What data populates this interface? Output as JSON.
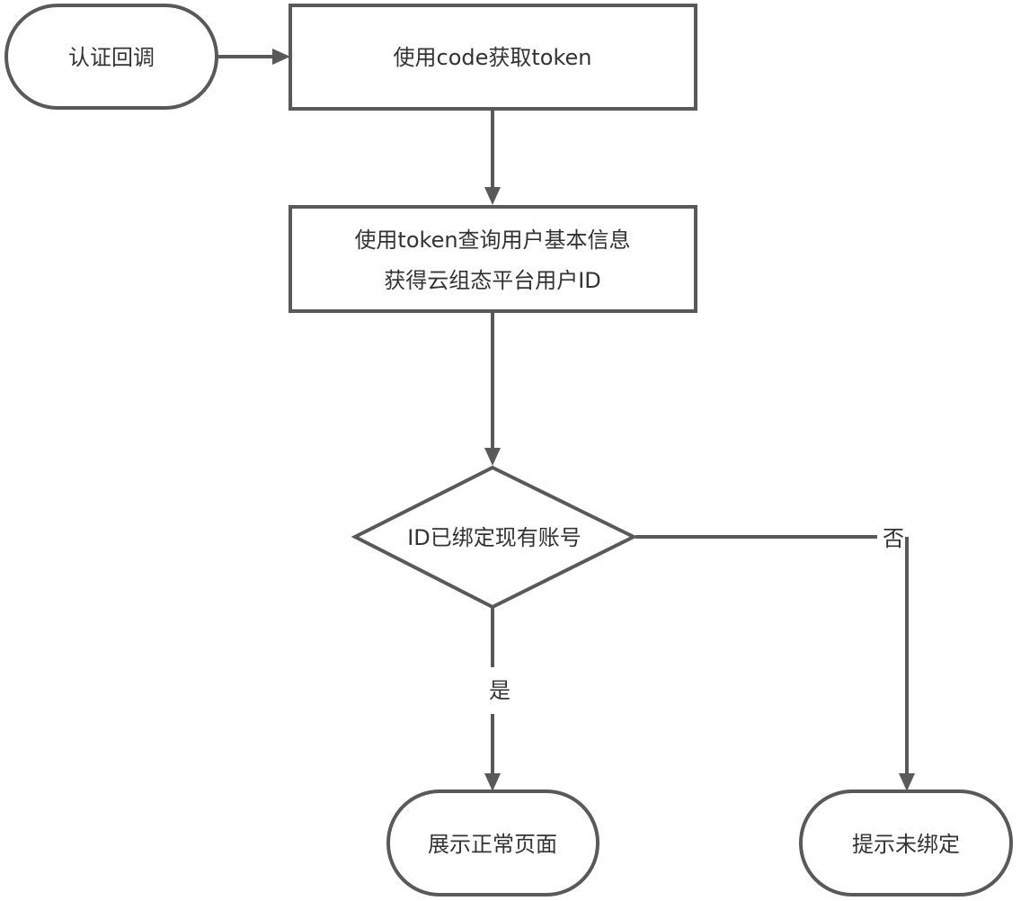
{
  "diagram": {
    "type": "flowchart",
    "line_color": "#595959",
    "text_color": "#333333",
    "nodes": {
      "auth_callback": {
        "shape": "terminal",
        "label": "认证回调"
      },
      "get_token": {
        "shape": "process",
        "label": "使用code获取token"
      },
      "query_user": {
        "shape": "process",
        "lines": [
          "使用token查询用户基本信息",
          "获得云组态平台用户ID"
        ]
      },
      "id_bound": {
        "shape": "decision",
        "label": "ID已绑定现有账号"
      },
      "show_page": {
        "shape": "terminal",
        "label": "展示正常页面"
      },
      "prompt_unbound": {
        "shape": "terminal",
        "label": "提示未绑定"
      }
    },
    "edges": [
      {
        "from": "auth_callback",
        "to": "get_token",
        "label": ""
      },
      {
        "from": "get_token",
        "to": "query_user",
        "label": ""
      },
      {
        "from": "query_user",
        "to": "id_bound",
        "label": ""
      },
      {
        "from": "id_bound",
        "to": "show_page",
        "label": "是"
      },
      {
        "from": "id_bound",
        "to": "prompt_unbound",
        "label": "否"
      }
    ],
    "edge_labels": {
      "yes": "是",
      "no": "否"
    }
  }
}
